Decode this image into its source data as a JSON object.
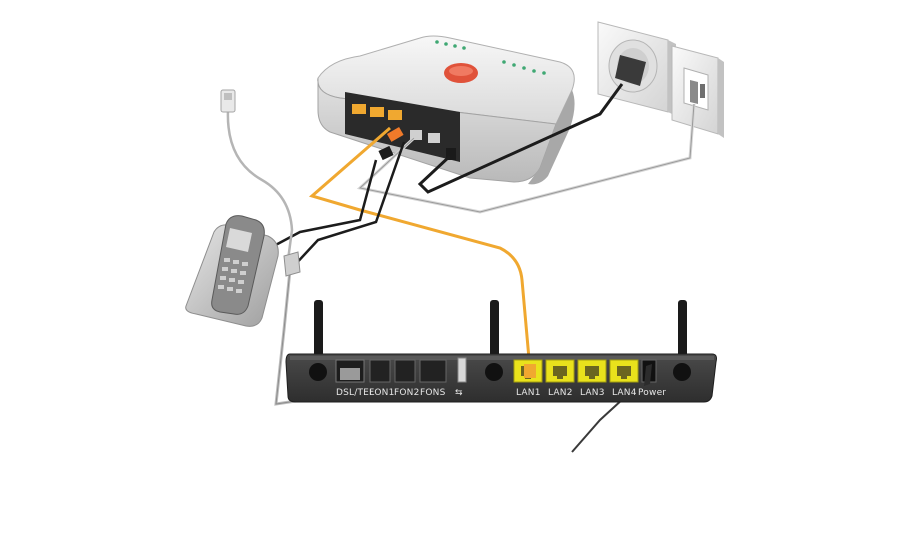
{
  "router_rear_panel": {
    "port_labels": [
      "DSL/TEL",
      "FON1",
      "FON2",
      "FONS",
      "LAN1",
      "LAN2",
      "LAN3",
      "LAN4",
      "Power"
    ],
    "usb_symbol": "⇆"
  },
  "colors": {
    "background": "#ffffff",
    "router_body": "#3b3b3b",
    "lan_ports": "#e9e21c",
    "lan_cable": "#f0a830",
    "dsl_cable": "#1c1c1c",
    "modem_badge": "#e0523a",
    "status_leds": "#3fa873"
  },
  "devices": [
    "dsl-modem",
    "dect-phone",
    "wall-sockets",
    "wlan-router"
  ]
}
